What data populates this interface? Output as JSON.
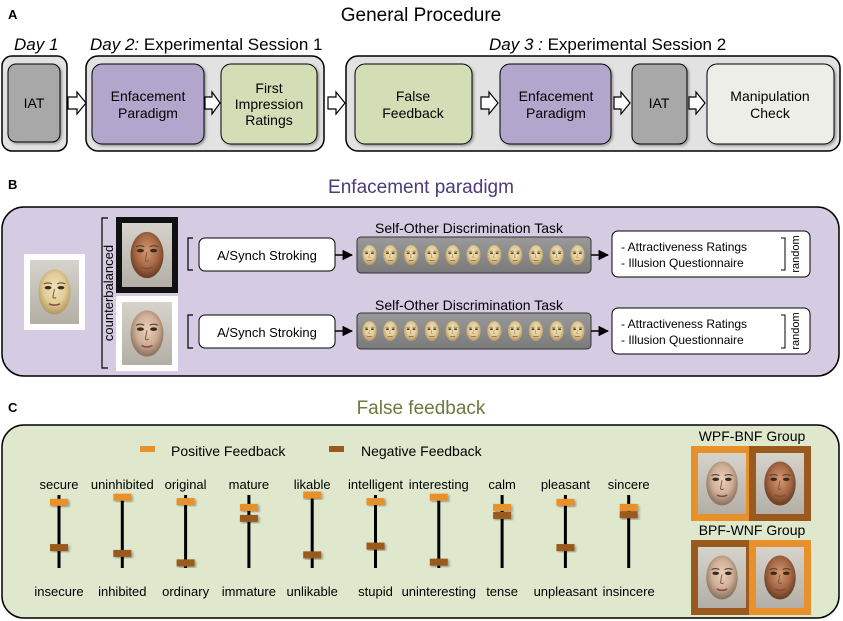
{
  "panel_a": {
    "letter": "A",
    "title": "General Procedure",
    "day1": "Day 1",
    "day2_prefix": "Day 2:",
    "day2_rest": " Experimental Session 1",
    "day3_prefix": "Day 3 :",
    "day3_rest": " Experimental Session 2",
    "iat": "IAT",
    "enfacement_l1": "Enfacement",
    "enfacement_l2": "Paradigm",
    "first_l1": "First",
    "first_l2": "Impression",
    "first_l3": "Ratings",
    "false_l1": "False",
    "false_l2": "Feedback",
    "manip_l1": "Manipulation",
    "manip_l2": "Check"
  },
  "panel_b": {
    "letter": "B",
    "title": "Enfacement paradigm",
    "counterbalanced": "counterbalanced",
    "stroking": "A/Synch Stroking",
    "task": "Self-Other Discrimination Task",
    "rating1": "- Attractiveness Ratings",
    "rating2": "- Illusion Questionnaire",
    "random": "random"
  },
  "panel_c": {
    "letter": "C",
    "title": "False feedback",
    "legend_positive": "Positive Feedback",
    "legend_negative": "Negative Feedback",
    "group1": "WPF-BNF Group",
    "group2": "BPF-WNF Group",
    "scales": [
      {
        "top": "secure",
        "bottom": "insecure",
        "positive": 0.9,
        "negative": 0.28
      },
      {
        "top": "uninhibited",
        "bottom": "inhibited",
        "positive": 0.97,
        "negative": 0.2
      },
      {
        "top": "original",
        "bottom": "ordinary",
        "positive": 0.91,
        "negative": 0.07
      },
      {
        "top": "mature",
        "bottom": "immature",
        "positive": 0.83,
        "negative": 0.68
      },
      {
        "top": "likable",
        "bottom": "unlikable",
        "positive": 1.0,
        "negative": 0.18
      },
      {
        "top": "intelligent",
        "bottom": "stupid",
        "positive": 0.91,
        "negative": 0.3
      },
      {
        "top": "interesting",
        "bottom": "uninteresting",
        "positive": 0.97,
        "negative": 0.08
      },
      {
        "top": "calm",
        "bottom": "tense",
        "positive": 0.83,
        "negative": 0.72
      },
      {
        "top": "pleasant",
        "bottom": "unpleasant",
        "positive": 0.9,
        "negative": 0.28
      },
      {
        "top": "sincere",
        "bottom": "insincere",
        "positive": 0.83,
        "negative": 0.73
      }
    ]
  },
  "colors": {
    "positive": "#e8902a",
    "negative": "#9a5a1e",
    "enfacement_box": "#b3a6cc",
    "feedback_box": "#d4deb6",
    "iat_box": "#a8a8a8",
    "panel_b_bg": "#d5cce3",
    "panel_c_bg": "#dfe8cd",
    "title_b": "#4d3b79",
    "title_c": "#6c7a3d"
  }
}
